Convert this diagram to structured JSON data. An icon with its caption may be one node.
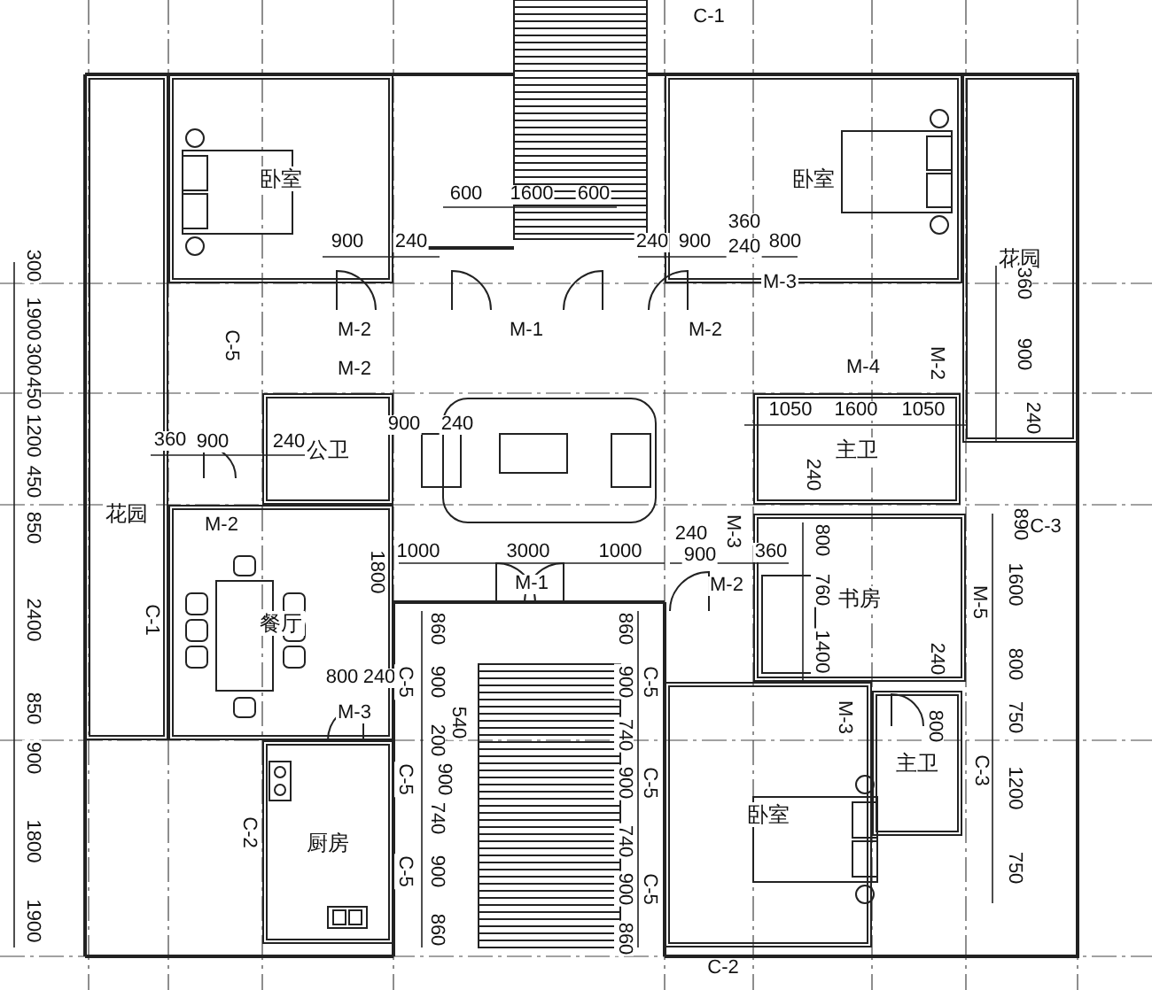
{
  "diagram": {
    "nodes": [
      {
        "text": [
          "卧室"
        ]
      },
      {
        "text": [
          "卧室"
        ]
      },
      {
        "text": [
          "花园"
        ]
      },
      {
        "text": [
          "主卫"
        ]
      },
      {
        "text": [
          "公卫"
        ]
      },
      {
        "text": [
          "花园"
        ]
      },
      {
        "text": [
          "餐厅"
        ]
      },
      {
        "text": [
          "书房"
        ]
      },
      {
        "text": [
          "主卫"
        ]
      },
      {
        "text": [
          "厨房"
        ]
      },
      {
        "text": [
          "卧室"
        ]
      }
    ],
    "labels": [
      "C-1",
      "600",
      "1600",
      "600",
      "900",
      "240",
      "240",
      "900",
      "360",
      "240",
      "800",
      "M-2",
      "M-1",
      "M-2",
      "M-3",
      "C-5",
      "360",
      "M-2",
      "M-4",
      "M-2",
      "900",
      "240",
      "900",
      "240",
      "1050",
      "1600",
      "1050",
      "360",
      "900",
      "240",
      "240",
      "M-2",
      "1800",
      "240",
      "1000",
      "3000",
      "1000",
      "900",
      "360",
      "M-3",
      "890",
      "C-3",
      "800",
      "760",
      "1400",
      "M-1",
      "M-2",
      "M-5",
      "1600",
      "C-1",
      "240",
      "800",
      "800",
      "240",
      "M-3",
      "860",
      "C-5",
      "900",
      "540",
      "200",
      "C-5",
      "900",
      "740",
      "C-5",
      "900",
      "860",
      "860",
      "900",
      "C-5",
      "740",
      "900",
      "C-5",
      "740",
      "900",
      "C-5",
      "860",
      "M-3",
      "800",
      "750",
      "C-3",
      "1200",
      "750",
      "C-2",
      "C-2",
      "300",
      "1900",
      "300",
      "450",
      "1200",
      "450",
      "850",
      "2400",
      "850",
      "900",
      "1800",
      "1900"
    ]
  }
}
